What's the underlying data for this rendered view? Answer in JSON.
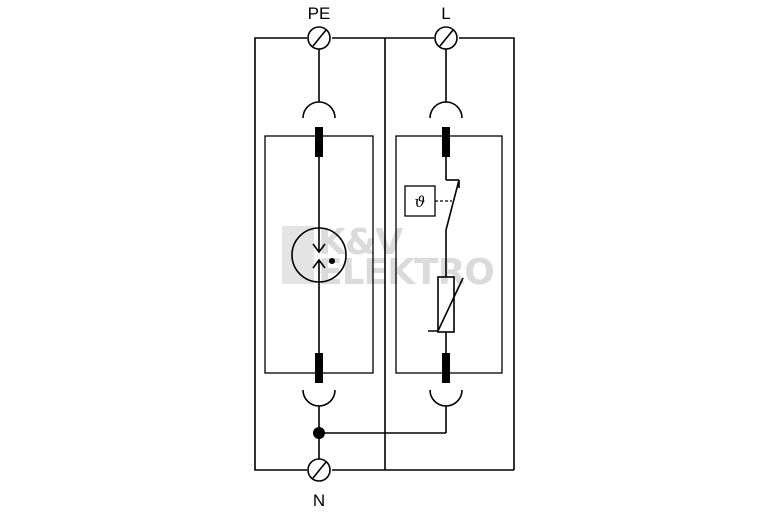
{
  "diagram": {
    "terminals": {
      "pe": "PE",
      "l": "L",
      "n": "N"
    },
    "thermal_symbol": "ϑ",
    "watermark": {
      "line1": "K&V",
      "line2": "ELEKTRO"
    },
    "colors": {
      "line": "#000000",
      "watermark": "#d0d0d0",
      "background": "#ffffff"
    }
  }
}
